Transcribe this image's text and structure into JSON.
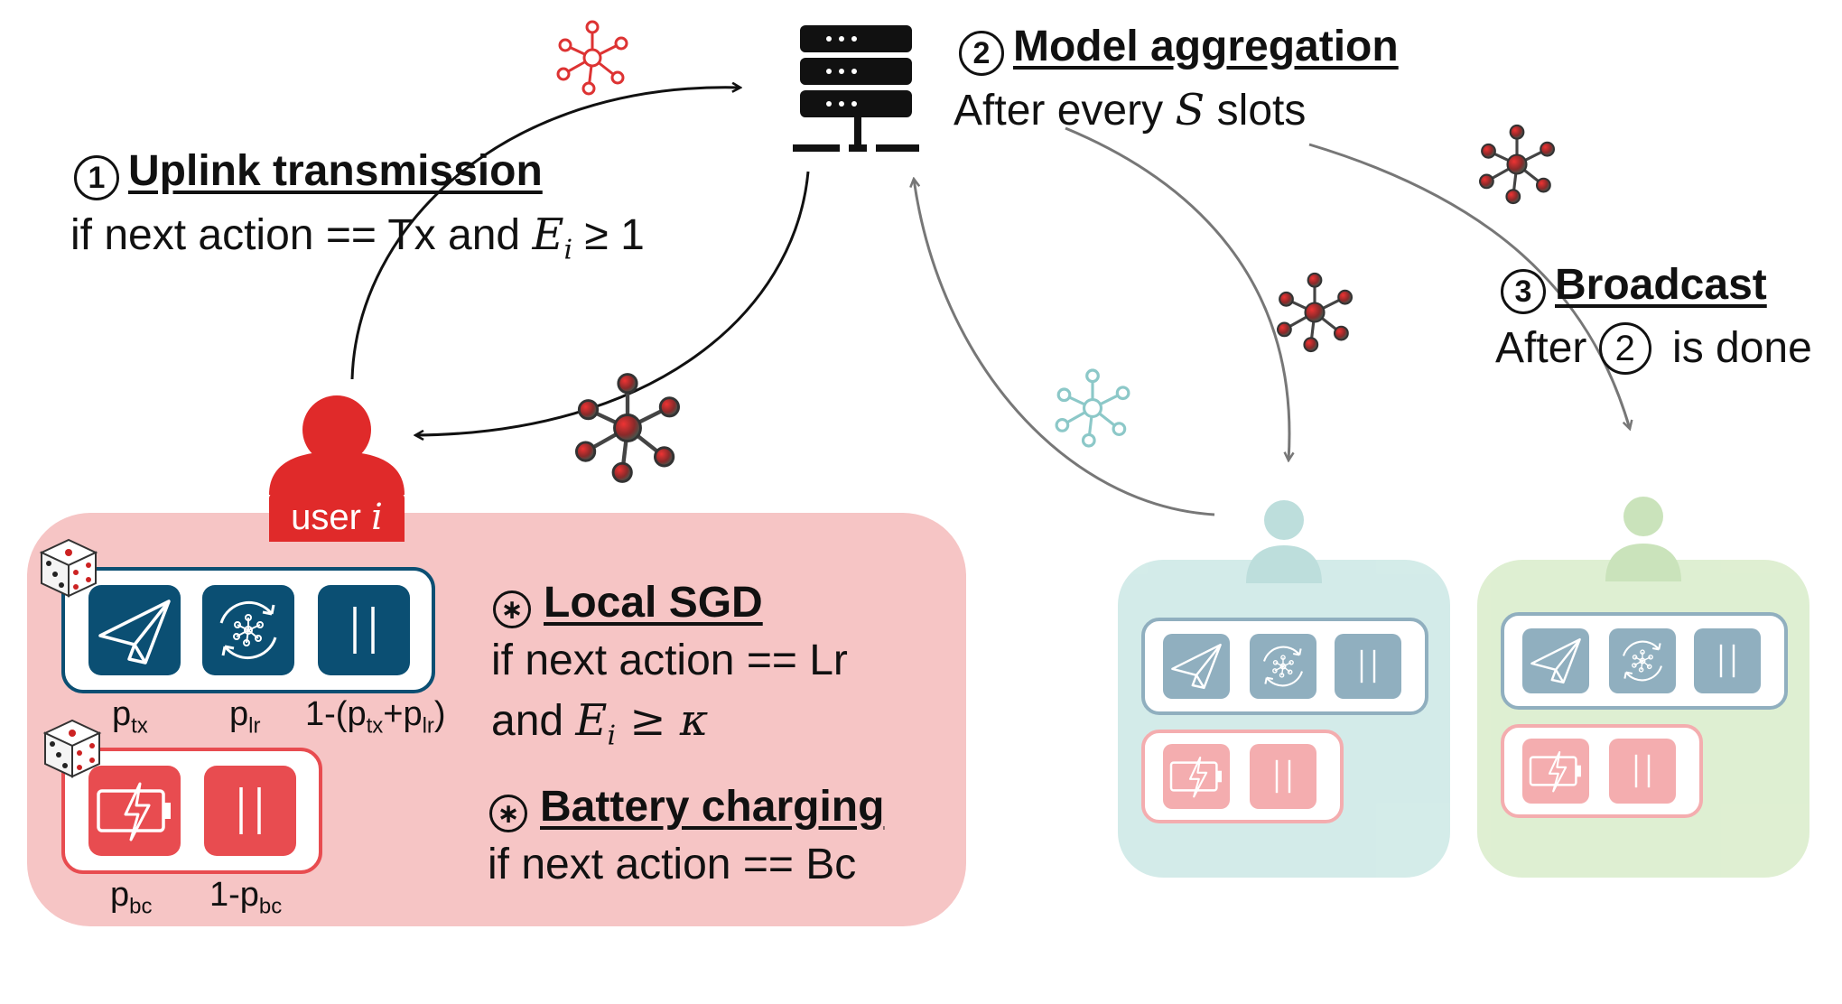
{
  "colors": {
    "red": "#e02a2a",
    "pink_panel": "#f6c5c5",
    "navy": "#0b4f73",
    "action_red": "#e84c50",
    "teal_panel": "#d8eeec",
    "green_panel": "#e1efd3"
  },
  "icons": [
    "server-icon",
    "network-model-icon",
    "user-icon",
    "dice-icon",
    "paper-plane-icon",
    "sync-model-icon",
    "pause-icon",
    "battery-charging-icon"
  ],
  "step1": {
    "number": "1",
    "title": "Uplink transmission",
    "cond_prefix": "if next action == Tx and ",
    "cond_math": "E",
    "cond_sub": "i",
    "cond_suffix": " ≥ 1"
  },
  "step2": {
    "number": "2",
    "title": "Model aggregation",
    "desc_prefix": "After every ",
    "desc_math": "S",
    "desc_suffix": " slots"
  },
  "step3": {
    "number": "3",
    "title": "Broadcast",
    "desc_prefix": "After ",
    "desc_ref": "2",
    "desc_suffix": " is done"
  },
  "user_label_prefix": "user ",
  "user_label_math": "i",
  "local_sgd": {
    "symbol": "∗",
    "title": "Local SGD",
    "line1": "if next action == Lr",
    "line2_prefix": "and ",
    "line2_math": "E",
    "line2_sub": "i",
    "line2_suffix": " ≥ κ"
  },
  "battery": {
    "symbol": "∗",
    "title": "Battery charging",
    "line1": "if next action == Bc"
  },
  "probs": {
    "ptx_base": "p",
    "ptx_sub": "tx",
    "plr_base": "p",
    "plr_sub": "lr",
    "rest_prefix": "1-(p",
    "rest_sub1": "tx",
    "rest_mid": "+p",
    "rest_sub2": "lr",
    "rest_suffix": ")",
    "pbc_base": "p",
    "pbc_sub": "bc",
    "pbc_rest_prefix": "1-p",
    "pbc_rest_sub": "bc"
  }
}
